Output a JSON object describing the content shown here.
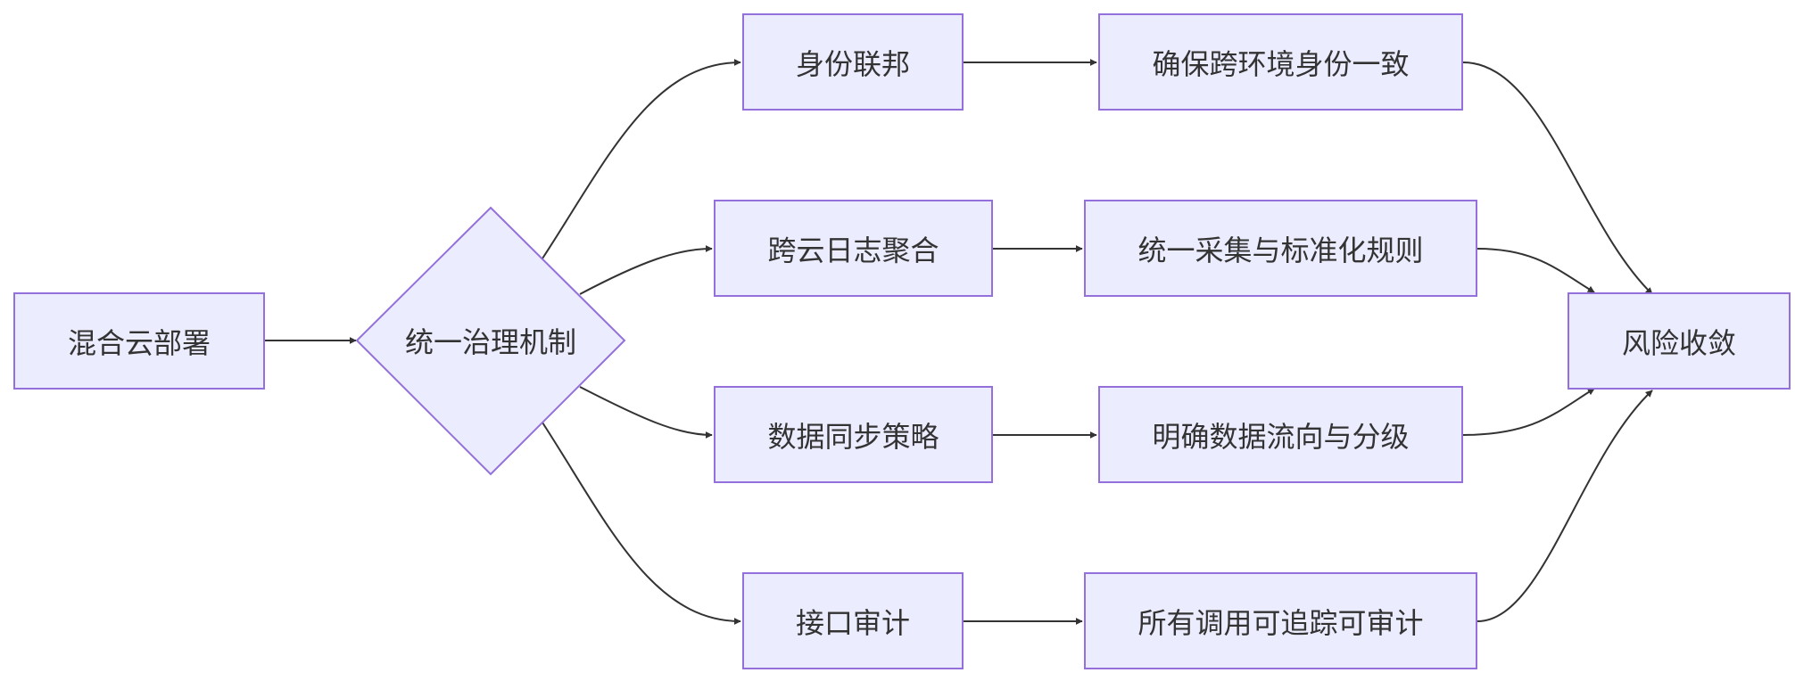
{
  "nodes": {
    "hybrid": "混合云部署",
    "governance": "统一治理机制",
    "identity": "身份联邦",
    "identity_goal": "确保跨环境身份一致",
    "logs": "跨云日志聚合",
    "logs_goal": "统一采集与标准化规则",
    "datasync": "数据同步策略",
    "datasync_goal": "明确数据流向与分级",
    "audit": "接口审计",
    "audit_goal": "所有调用可追踪可审计",
    "risk": "风险收敛"
  },
  "colors": {
    "node_fill": "#ececff",
    "node_border": "#9370db",
    "edge": "#333333",
    "text": "#333333"
  }
}
